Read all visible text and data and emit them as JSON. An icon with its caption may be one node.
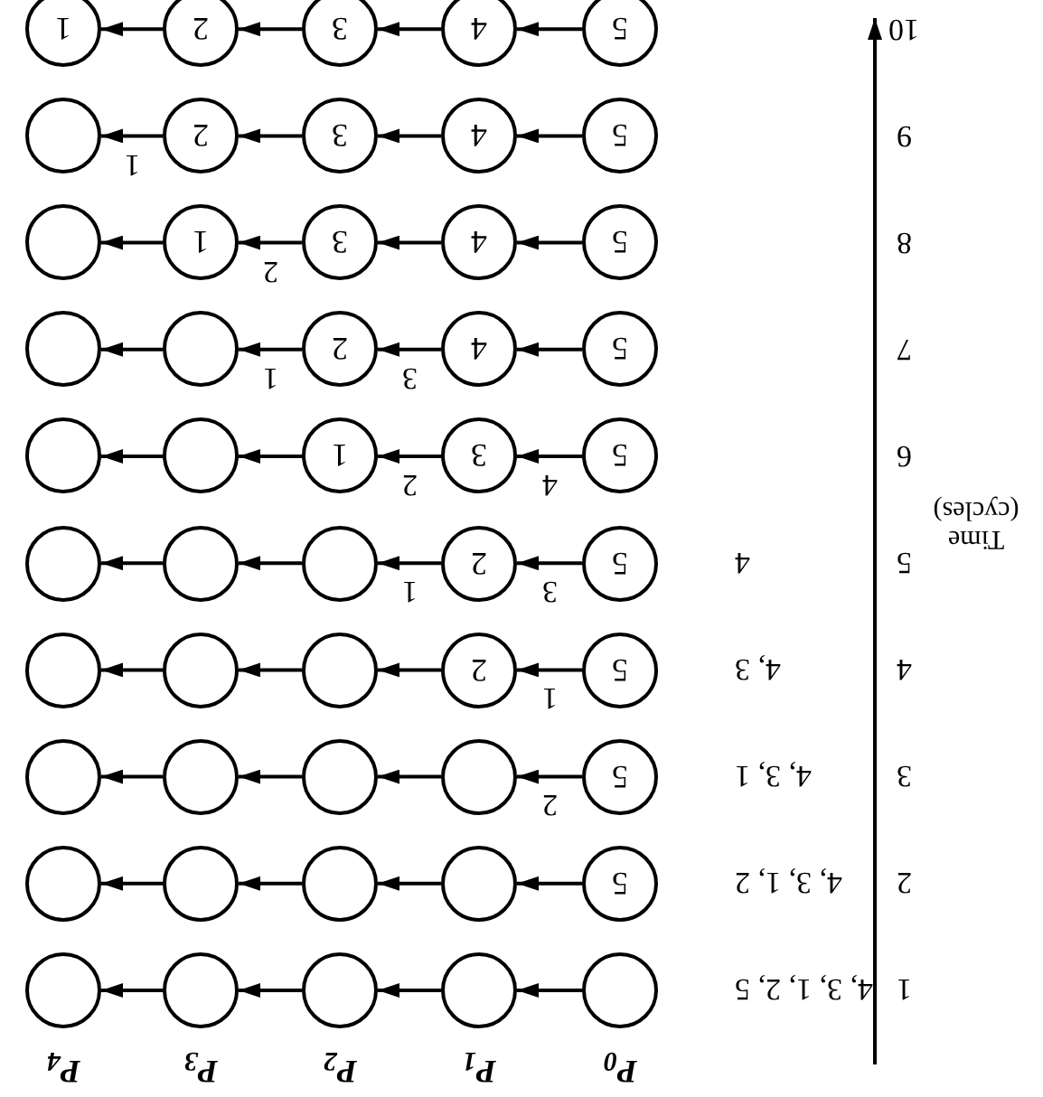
{
  "diagram": {
    "nodes": [
      {
        "text": [],
        "shape": "circle",
        "beside": [
          "4, 3, 1, 2, 5"
        ]
      },
      {
        "text": [],
        "shape": "circle"
      },
      {
        "text": [],
        "shape": "circle"
      },
      {
        "text": [],
        "shape": "circle"
      },
      {
        "text": [],
        "shape": "circle"
      },
      {
        "text": [
          "5"
        ],
        "beside": [
          "4, 3, 1, 2"
        ]
      },
      {
        "text": [],
        "shape": "circle"
      },
      {
        "text": [],
        "shape": "circle"
      },
      {
        "text": [],
        "shape": "circle"
      },
      {
        "text": [],
        "shape": "circle"
      },
      {
        "text": [
          "5"
        ],
        "beside": [
          "4, 3, 1"
        ]
      },
      {
        "text": [],
        "shape": "circle"
      },
      {
        "text": [],
        "shape": "circle"
      },
      {
        "text": [],
        "shape": "circle"
      },
      {
        "text": [],
        "shape": "circle"
      },
      {
        "text": [
          "5"
        ],
        "beside": [
          "4, 3"
        ]
      },
      {
        "text": [
          "2"
        ]
      },
      {
        "text": [],
        "shape": "circle"
      },
      {
        "text": [],
        "shape": "circle"
      },
      {
        "text": [],
        "shape": "circle"
      },
      {
        "text": [
          "5"
        ],
        "beside": [
          "4"
        ]
      },
      {
        "text": [
          "2"
        ]
      },
      {
        "text": [],
        "shape": "circle"
      },
      {
        "text": [],
        "shape": "circle"
      },
      {
        "text": [],
        "shape": "circle"
      },
      {
        "text": [
          "5"
        ]
      },
      {
        "text": [
          "3"
        ]
      },
      {
        "text": [
          "1"
        ]
      },
      {
        "text": [],
        "shape": "circle"
      },
      {
        "text": [],
        "shape": "circle"
      },
      {
        "text": [
          "5"
        ]
      },
      {
        "text": [
          "4"
        ]
      },
      {
        "text": [
          "2"
        ]
      },
      {
        "text": [],
        "shape": "circle"
      },
      {
        "text": [],
        "shape": "circle"
      },
      {
        "text": [
          "5"
        ]
      },
      {
        "text": [
          "4"
        ]
      },
      {
        "text": [
          "3"
        ]
      },
      {
        "text": [
          "1"
        ]
      },
      {
        "text": [],
        "shape": "circle"
      },
      {
        "text": [
          "5"
        ]
      },
      {
        "text": [
          "4"
        ]
      },
      {
        "text": [
          "3"
        ]
      },
      {
        "text": [
          "2"
        ]
      },
      {
        "text": [],
        "shape": "circle"
      },
      {
        "text": [
          "5"
        ]
      },
      {
        "text": [
          "4"
        ]
      },
      {
        "text": [
          "3"
        ]
      },
      {
        "text": [
          "2"
        ]
      },
      {
        "text": [
          "1"
        ]
      }
    ],
    "edges": [
      {
        "from": 0,
        "to": 1,
        "arrow": "to"
      },
      {
        "from": 1,
        "to": 2,
        "arrow": "to"
      },
      {
        "from": 2,
        "to": 3,
        "arrow": "to"
      },
      {
        "from": 3,
        "to": 4,
        "arrow": "to"
      },
      {
        "from": 5,
        "to": 6,
        "arrow": "to"
      },
      {
        "from": 6,
        "to": 7,
        "arrow": "to"
      },
      {
        "from": 7,
        "to": 8,
        "arrow": "to"
      },
      {
        "from": 8,
        "to": 9,
        "arrow": "to"
      },
      {
        "from": 10,
        "to": 11,
        "arrow": "to",
        "label": "2"
      },
      {
        "from": 11,
        "to": 12,
        "arrow": "to"
      },
      {
        "from": 12,
        "to": 13,
        "arrow": "to"
      },
      {
        "from": 13,
        "to": 14,
        "arrow": "to"
      },
      {
        "from": 15,
        "to": 16,
        "arrow": "to",
        "label": "1"
      },
      {
        "from": 16,
        "to": 17,
        "arrow": "to"
      },
      {
        "from": 17,
        "to": 18,
        "arrow": "to"
      },
      {
        "from": 18,
        "to": 19,
        "arrow": "to"
      },
      {
        "from": 20,
        "to": 21,
        "arrow": "to",
        "label": "3"
      },
      {
        "from": 21,
        "to": 22,
        "arrow": "to",
        "label": "1"
      },
      {
        "from": 22,
        "to": 23,
        "arrow": "to"
      },
      {
        "from": 23,
        "to": 24,
        "arrow": "to"
      },
      {
        "from": 25,
        "to": 26,
        "arrow": "to",
        "label": "4"
      },
      {
        "from": 26,
        "to": 27,
        "arrow": "to",
        "label": "2"
      },
      {
        "from": 27,
        "to": 28,
        "arrow": "to"
      },
      {
        "from": 28,
        "to": 29,
        "arrow": "to"
      },
      {
        "from": 30,
        "to": 31,
        "arrow": "to"
      },
      {
        "from": 31,
        "to": 32,
        "arrow": "to",
        "label": "3"
      },
      {
        "from": 32,
        "to": 33,
        "arrow": "to",
        "label": "1"
      },
      {
        "from": 33,
        "to": 34,
        "arrow": "to"
      },
      {
        "from": 35,
        "to": 36,
        "arrow": "to"
      },
      {
        "from": 36,
        "to": 37,
        "arrow": "to"
      },
      {
        "from": 37,
        "to": 38,
        "arrow": "to",
        "label": "2"
      },
      {
        "from": 38,
        "to": 39,
        "arrow": "to"
      },
      {
        "from": 40,
        "to": 41,
        "arrow": "to"
      },
      {
        "from": 41,
        "to": 42,
        "arrow": "to"
      },
      {
        "from": 42,
        "to": 43,
        "arrow": "to"
      },
      {
        "from": 43,
        "to": 44,
        "arrow": "to",
        "label": "1"
      },
      {
        "from": 45,
        "to": 46,
        "arrow": "to"
      },
      {
        "from": 46,
        "to": 47,
        "arrow": "to"
      },
      {
        "from": 47,
        "to": 48,
        "arrow": "to"
      },
      {
        "from": 48,
        "to": 49,
        "arrow": "to"
      }
    ],
    "labels": [
      "P$_{0}$",
      "P$_{1}$",
      "P$_{2}$",
      "P$_{3}$",
      "P$_{4}$",
      "1",
      "2",
      "3",
      "4",
      "5",
      "6",
      "7",
      "8",
      "9",
      "10",
      "Time (cycles)"
    ]
  }
}
